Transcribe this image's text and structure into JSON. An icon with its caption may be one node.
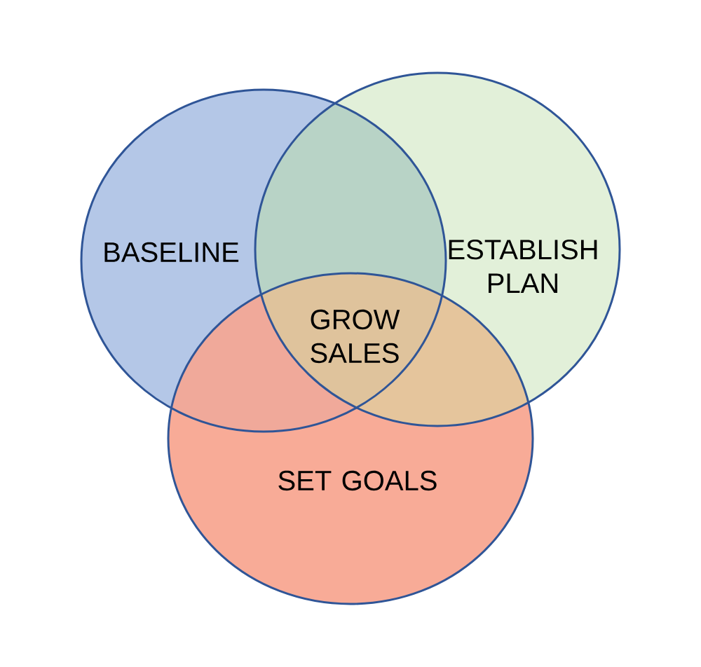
{
  "diagram": {
    "nodes": [
      {
        "text": [
          "BASELINE"
        ]
      },
      {
        "text": [
          "ESTABLISH PLAN"
        ]
      },
      {
        "text": [
          "SET GOALS"
        ]
      }
    ],
    "labels": [
      "GROW SALES"
    ]
  }
}
